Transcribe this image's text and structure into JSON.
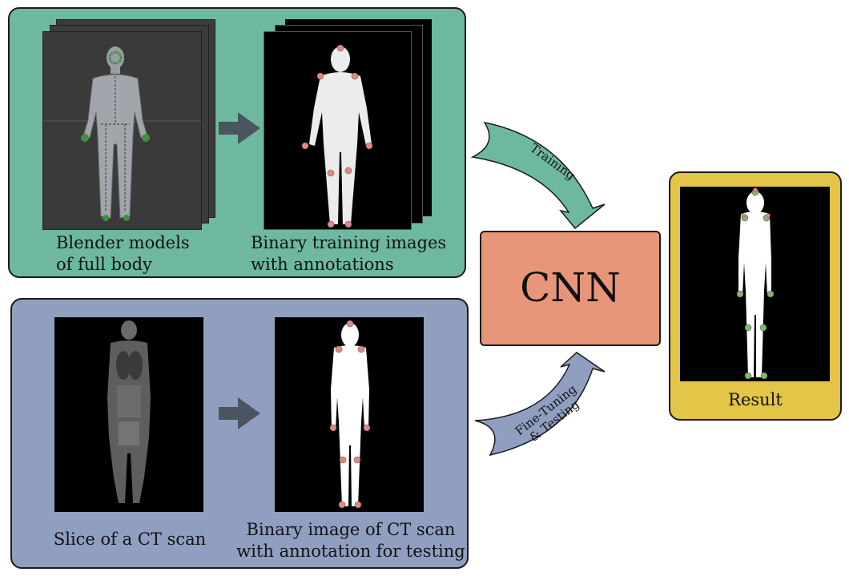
{
  "training_panel": {
    "color": "#6fb8a0",
    "blender_label_line1": "Blender models",
    "blender_label_line2": "of full body",
    "binary_label_line1": "Binary training images",
    "binary_label_line2": "with annotations"
  },
  "testing_panel": {
    "color": "#909fc0",
    "ct_label": "Slice of a CT scan",
    "binary_ct_label_line1": "Binary image of CT scan",
    "binary_ct_label_line2": "with annotation for testing"
  },
  "cnn": {
    "label": "CNN",
    "color": "#e8967a"
  },
  "result": {
    "label": "Result",
    "color": "#e3c547"
  },
  "arrows": {
    "training": "Training",
    "finetune_line1": "Fine-Tuning",
    "finetune_line2": "& Testing"
  },
  "icons": {
    "process_arrow": "right-arrow-icon",
    "body": "human-silhouette",
    "keypoint": "annotation-dot"
  },
  "colors": {
    "arrow_dark": "#4a5560",
    "keypoint_red": "#d98b8b",
    "keypoint_green": "#8ab07a"
  }
}
